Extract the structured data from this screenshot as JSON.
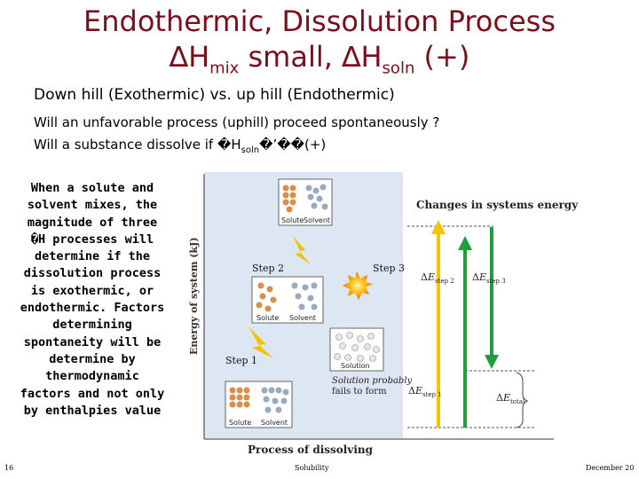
{
  "title": {
    "line1": "Endothermic, Dissolution Process",
    "delta1": "∆",
    "hmix": "H",
    "mix_sub": "mix",
    "small": " small, ",
    "delta2": "∆",
    "hsoln": "H",
    "soln_sub": "soln",
    "plus": " (+)"
  },
  "intro": {
    "line1": "Down hill (Exothermic) vs. up hill (Endothermic)",
    "line2": "Will an unfavorable process (uphill) proceed spontaneously ?",
    "line3_a": "Will a substance dissolve if �H",
    "line3_sub": "soln",
    "line3_b": "�’��(+)"
  },
  "side_text": "When a solute and solvent mixes, the magnitude of three �H processes will determine if the dissolution process is exothermic, or endothermic. Factors determining spontaneity will be determine by thermodynamic factors and not only by enthalpies value",
  "figure": {
    "heading": "Changes in systems energy",
    "y_axis_label": "Energy of system (kJ)",
    "x_axis_label": "Process of dissolving",
    "step1": "Step 1",
    "step2": "Step 2",
    "step3": "Step 3",
    "solute": "Solute",
    "solvent": "Solvent",
    "solution": "Solution",
    "solution_probably": "Solution probably",
    "fails_to_form": "fails to form",
    "delta": "Δ",
    "e_step2": "E",
    "e_step2_sub": "step 2",
    "e_step3": "E",
    "e_step3_sub": "step 3",
    "e_step1": "E",
    "e_step1_sub": "step 1",
    "e_total": "E",
    "e_total_sub": "total",
    "colors": {
      "panel_bg": "#dde7f3",
      "arrow_green": "#1e9e3c",
      "arrow_yellow": "#f5c400",
      "title_red": "#7a0f1c"
    }
  },
  "footer": {
    "page": "16",
    "topic": "Solubility",
    "date": "December 20"
  }
}
